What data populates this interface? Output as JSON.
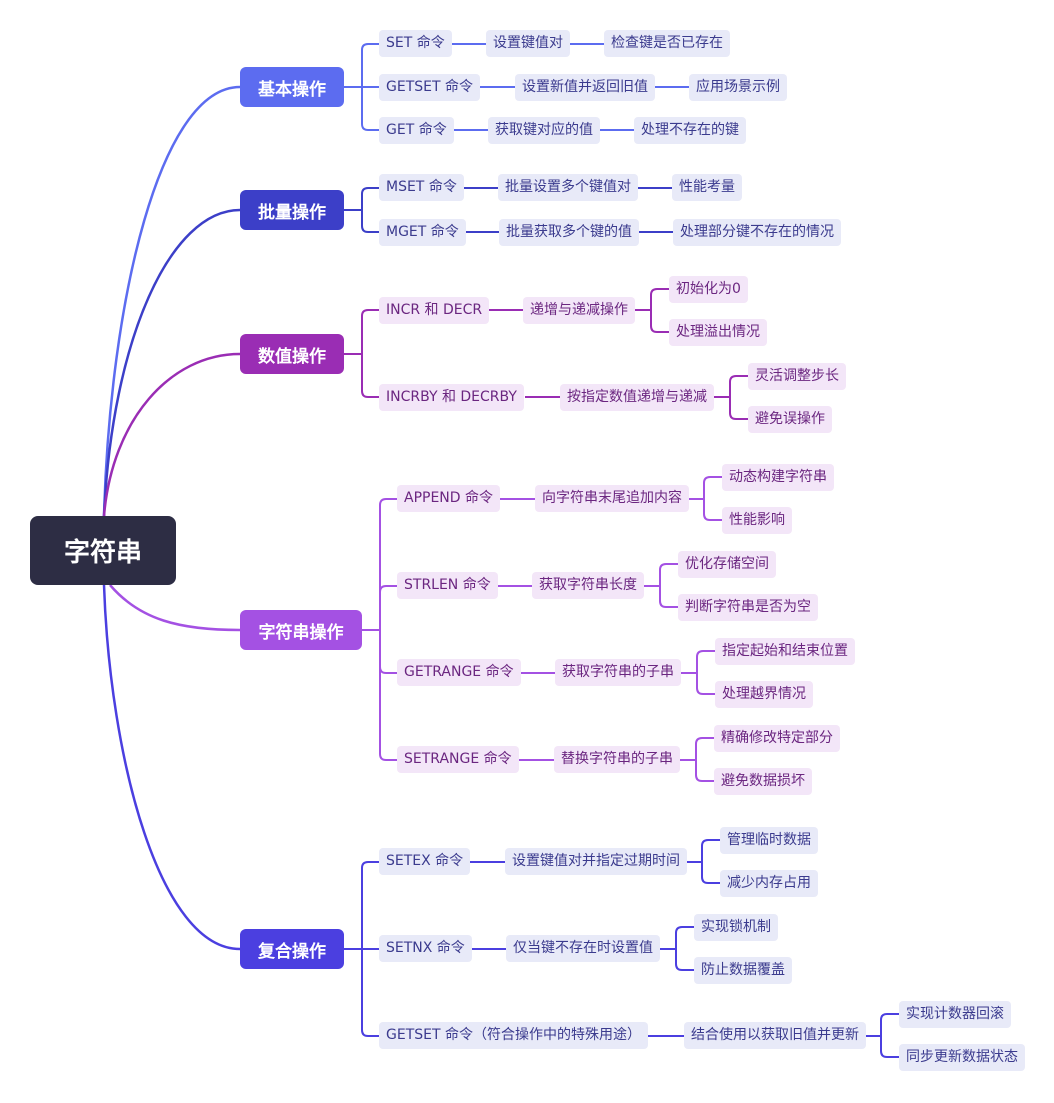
{
  "colors": {
    "root_bg": "#2d2d44",
    "b1": "#5c6cf0",
    "b2": "#3c3fc8",
    "b3": "#9a2db4",
    "b4": "#a451e3",
    "b5": "#4b3fe0",
    "leaf_blue_bg": "#e8eaf8",
    "leaf_purple_bg": "#f3e6f8"
  },
  "root": {
    "label": "字符串"
  },
  "branches": [
    {
      "label": "基本操作",
      "commands": [
        {
          "label": "SET 命令",
          "detail": "设置键值对",
          "notes": [
            "检查键是否已存在"
          ]
        },
        {
          "label": "GETSET 命令",
          "detail": "设置新值并返回旧值",
          "notes": [
            "应用场景示例"
          ]
        },
        {
          "label": "GET 命令",
          "detail": "获取键对应的值",
          "notes": [
            "处理不存在的键"
          ]
        }
      ]
    },
    {
      "label": "批量操作",
      "commands": [
        {
          "label": "MSET 命令",
          "detail": "批量设置多个键值对",
          "notes": [
            "性能考量"
          ]
        },
        {
          "label": "MGET 命令",
          "detail": "批量获取多个键的值",
          "notes": [
            "处理部分键不存在的情况"
          ]
        }
      ]
    },
    {
      "label": "数值操作",
      "commands": [
        {
          "label": "INCR 和 DECR",
          "detail": "递增与递减操作",
          "notes": [
            "初始化为0",
            "处理溢出情况"
          ]
        },
        {
          "label": "INCRBY 和 DECRBY",
          "detail": "按指定数值递增与递减",
          "notes": [
            "灵活调整步长",
            "避免误操作"
          ]
        }
      ]
    },
    {
      "label": "字符串操作",
      "commands": [
        {
          "label": "APPEND 命令",
          "detail": "向字符串末尾追加内容",
          "notes": [
            "动态构建字符串",
            "性能影响"
          ]
        },
        {
          "label": "STRLEN 命令",
          "detail": "获取字符串长度",
          "notes": [
            "优化存储空间",
            "判断字符串是否为空"
          ]
        },
        {
          "label": "GETRANGE 命令",
          "detail": "获取字符串的子串",
          "notes": [
            "指定起始和结束位置",
            "处理越界情况"
          ]
        },
        {
          "label": "SETRANGE 命令",
          "detail": "替换字符串的子串",
          "notes": [
            "精确修改特定部分",
            "避免数据损坏"
          ]
        }
      ]
    },
    {
      "label": "复合操作",
      "commands": [
        {
          "label": "SETEX 命令",
          "detail": "设置键值对并指定过期时间",
          "notes": [
            "管理临时数据",
            "减少内存占用"
          ]
        },
        {
          "label": "SETNX 命令",
          "detail": "仅当键不存在时设置值",
          "notes": [
            "实现锁机制",
            "防止数据覆盖"
          ]
        },
        {
          "label": "GETSET 命令（符合操作中的特殊用途）",
          "detail": "结合使用以获取旧值并更新",
          "notes": [
            "实现计数器回滚",
            "同步更新数据状态"
          ]
        }
      ]
    }
  ]
}
